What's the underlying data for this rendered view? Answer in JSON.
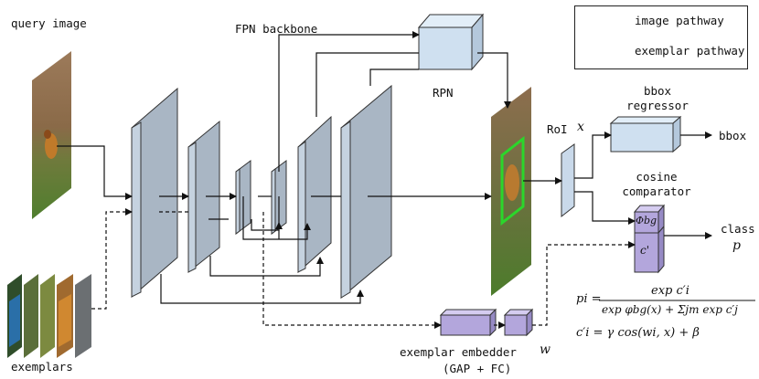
{
  "labels": {
    "query_image": "query image",
    "fpn_backbone": "FPN backbone",
    "rpn": "RPN",
    "roi": "RoI",
    "roi_var": "x",
    "bbox_regressor_line1": "bbox",
    "bbox_regressor_line2": "regressor",
    "bbox_out": "bbox",
    "cosine_comparator_line1": "cosine",
    "cosine_comparator_line2": "comparator",
    "class_out": "class",
    "class_var": "p",
    "phi_bg": "Φbg",
    "c_prime": "c'",
    "exemplars": "exemplars",
    "exemplar_embedder": "exemplar embedder",
    "embedder_var": "w",
    "embedder_sub": "(GAP + FC)"
  },
  "legend": {
    "solid": "image pathway",
    "dashed": "exemplar pathway"
  },
  "equations": {
    "p_lhs": "pi =",
    "p_num": "exp c′i",
    "p_den": "exp φbg(x) + Σjm exp c′j",
    "c_eq": "c′i = γ cos(wi, x) + β"
  },
  "colors": {
    "fpn_fill": "#a9b6c4",
    "fpn_front": "#c5d2df",
    "rpn_fill": "#cfe0f0",
    "embed_fill": "#b3a6dc",
    "roi_fill": "#c9d9ea",
    "box_green": "#2bd62b"
  }
}
